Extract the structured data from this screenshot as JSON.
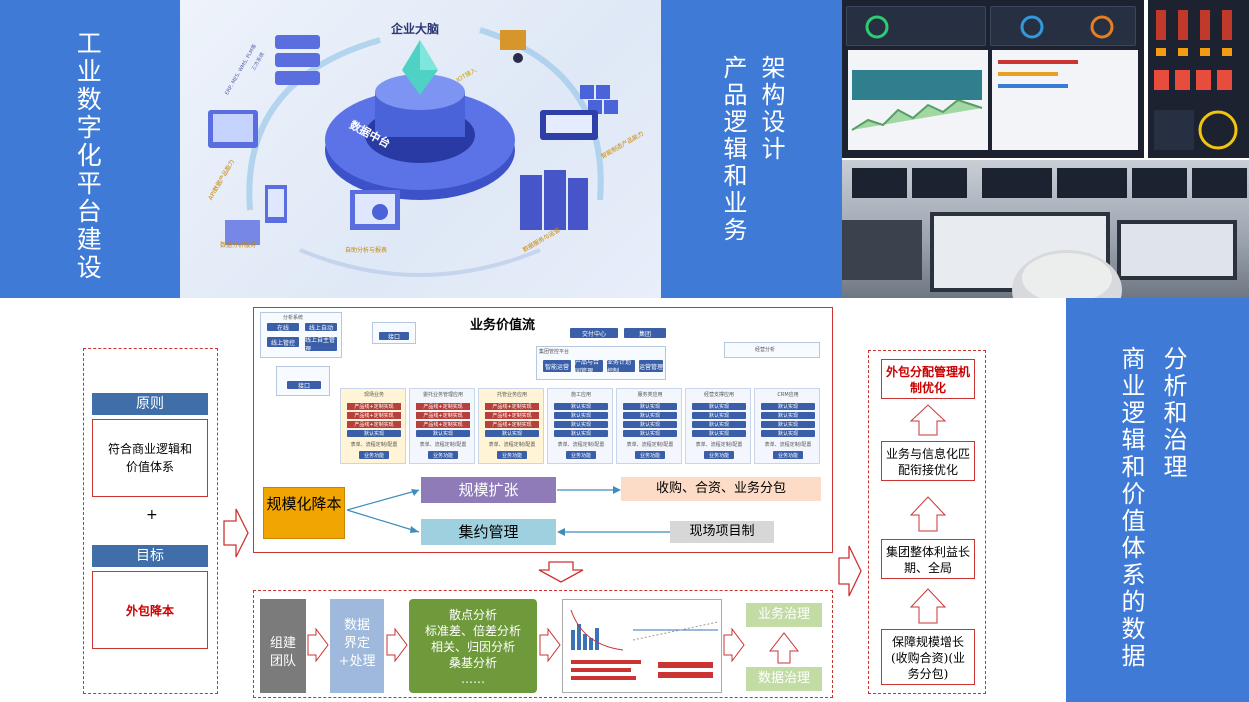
{
  "left_banner": {
    "title": "工业数字化平台建设"
  },
  "hero": {
    "brain_label": "企业大脑",
    "platform_label": "数据中台",
    "small_labels": [
      "三方系统",
      "ERP, MES, WMS, PLM等",
      "IOT接入",
      "API数据产品能力",
      "数据分析服务",
      "自助分析与报表",
      "智能制造产品能力",
      "数据服务与运营"
    ]
  },
  "middle_banner": {
    "col1": "架构设计",
    "col2": "产品逻辑和业务"
  },
  "right_banner": {
    "col1": "分析和治理",
    "col2": "商业逻辑和价值体系的数据"
  },
  "left_panel": {
    "principle_title": "原则",
    "principle_text": "符合商业逻辑和价值体系",
    "plus": "+",
    "goal_title": "目标",
    "goal_text": "外包降本"
  },
  "value_stream": {
    "title": "业务价值流",
    "top_left": [
      "分析系统",
      "在线",
      "线上自动",
      "线上管控",
      "线上自主管理",
      "接口",
      "接口"
    ],
    "top_mid": [
      "集团管控平台",
      "智能运营",
      "经营分析",
      "产品与合同管理",
      "业务计划控制",
      "运营管理",
      "交付中心",
      "集团"
    ],
    "columns": [
      "现场业务",
      "委托业务管理应用",
      "托管业务应用",
      "施工应用",
      "服务类应用",
      "经营支撑应用",
      "CRM应用"
    ],
    "chip_a": "产品线+定制实现",
    "chip_b": "默认实现",
    "footer": "表单、流程定制/配置",
    "api": "业务功能"
  },
  "flow": {
    "scale_cost": "规模化降本",
    "scale_expand": "规模扩张",
    "acquire": "收购、合资、业务分包",
    "intensive": "集约管理",
    "onsite": "现场项目制"
  },
  "pipeline": {
    "team": "组建团队",
    "data_def": "数据界定+处理",
    "analysis": "散点分析\n标准差、倍差分析\n相关、归因分析\n桑基分析\n……",
    "biz_gov": "业务治理",
    "data_gov": "数据治理"
  },
  "right_panel": {
    "step1": "外包分配管理机制优化",
    "step2": "业务与信息化匹配衔接优化",
    "step3": "集团整体利益长期、全局",
    "step4": "保障规模增长(收购合资)(业务分包)"
  },
  "colors": {
    "blue": "#3f7bd6",
    "orange": "#f0a500",
    "purple": "#8e7bb8",
    "teal": "#9fd0df",
    "green": "#6e9a3b",
    "gray": "#7b7b7b",
    "red": "#b8403c"
  }
}
